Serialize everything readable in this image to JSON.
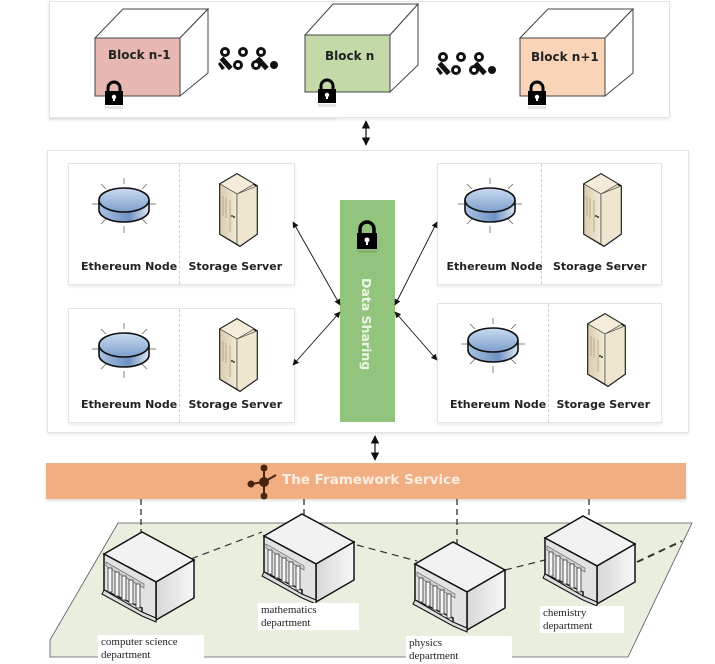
{
  "blockchain": {
    "blocks": [
      {
        "label": "Block n-1",
        "color": "#e6b8b1",
        "locked": true
      },
      {
        "label": "Block n",
        "color": "#c3d9a7",
        "locked": true
      },
      {
        "label": "Block n+1",
        "color": "#f9d4b8",
        "locked": true
      }
    ],
    "links": [
      "chain-link-icon",
      "chain-link-icon"
    ]
  },
  "network": {
    "node_groups": [
      {
        "node_label": "Ethereum Node",
        "server_label": "Storage Server"
      },
      {
        "node_label": "Ethereum Node",
        "server_label": "Storage Server"
      },
      {
        "node_label": "Ethereum Node",
        "server_label": "Storage Server"
      },
      {
        "node_label": "Ethereum Node",
        "server_label": "Storage Server"
      }
    ],
    "data_sharing": {
      "label": "Data Sharing",
      "color": "#93c47d",
      "locked": true
    }
  },
  "framework": {
    "label": "The Framework Service",
    "color": "#f0ae82",
    "icon": "network-hub-icon"
  },
  "departments": [
    {
      "line1": "computer science",
      "line2": "department"
    },
    {
      "line1": "mathematics",
      "line2": "department"
    },
    {
      "line1": "physics",
      "line2": "department"
    },
    {
      "line1": "chemistry",
      "line2": "department"
    }
  ],
  "colors": {
    "campus_ground": "#e9efdf",
    "node_disc": "#8fb0d8",
    "server_body": "#e6dcc3"
  }
}
